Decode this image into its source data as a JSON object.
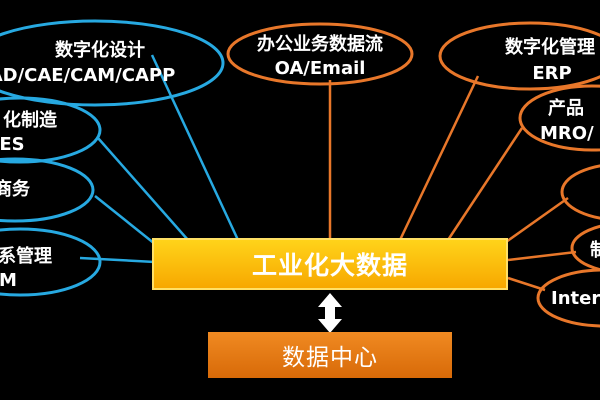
{
  "hub": {
    "label": "工业化大数据"
  },
  "data_center": {
    "label": "数据中心"
  },
  "colors": {
    "blue": "#27a9e1",
    "orange": "#e8772a",
    "hub_fill": "#ffc400",
    "background": "#000000"
  },
  "blue_nodes": [
    {
      "line1": "数字化设计",
      "line2": "AD/CAE/CAM/CAPP"
    },
    {
      "line1": "化制造",
      "line2": "ES"
    },
    {
      "line1": "商务",
      "line2": ""
    },
    {
      "line1": "系管理",
      "line2": "M"
    }
  ],
  "orange_nodes": [
    {
      "line1": "办公业务数据流",
      "line2": "OA/Email"
    },
    {
      "line1": "数字化管理",
      "line2": "ERP"
    },
    {
      "line1": "产品",
      "line2": "MRO/"
    },
    {
      "line1": "",
      "line2": ""
    },
    {
      "line1": "制",
      "line2": ""
    },
    {
      "line1": "Inter",
      "line2": ""
    }
  ]
}
